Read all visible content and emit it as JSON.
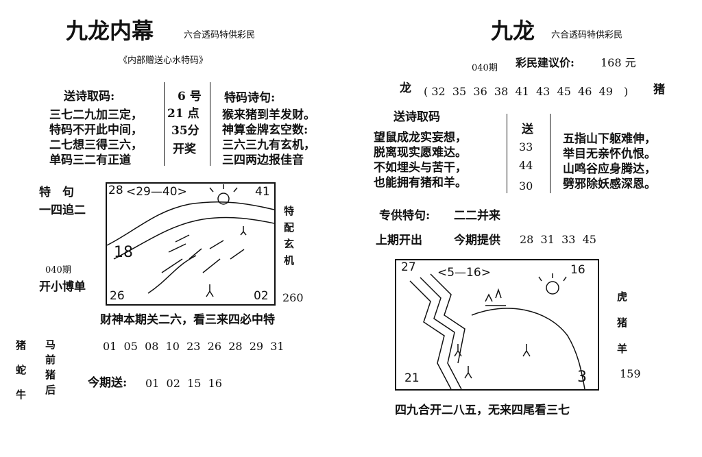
{
  "left": {
    "title": "九龙内幕",
    "subtitle": "六合透码特供彩民",
    "note": "《内部赠送心水特码》",
    "poem_header": "送诗取码:",
    "poem_lines": [
      "三七二九加三定，",
      "特码不开此中间，",
      "二七想三得三六，",
      "单码三二有正道"
    ],
    "box_lines": [
      "6 号",
      "21 点",
      "35分",
      "开奖"
    ],
    "poem2_header": "特码诗句:",
    "poem2_lines": [
      "猴来猪到羊发财。",
      "神算金牌玄空数:",
      "三六三九有玄机，",
      "三四两边报佳音"
    ],
    "tejv_label": "特　句",
    "tejv_value": "一四追二",
    "issue": "040期",
    "kaixiao": "开小博单",
    "vertical_right": [
      "特",
      "配",
      "玄",
      "机"
    ],
    "pic_labels": {
      "tl": "28",
      "range": "<29—40>",
      "tr": "41",
      "left": "18",
      "bl": "26",
      "br": "02"
    },
    "number_260": "260",
    "caishen": "财神本期关二六，看三来四必中特",
    "left_animals": [
      "猪",
      "蛇",
      "牛"
    ],
    "ma_col": [
      "马",
      "前",
      "猪",
      "后"
    ],
    "numbers": "01  05  08  10  23  26  28  29  31",
    "jinqi_label": "今期送:",
    "jinqi_numbers": "01  02  15  16"
  },
  "right": {
    "title": "九龙",
    "subtitle": "六合透码特供彩民",
    "issue": "040期",
    "price_label": "彩民建议价:",
    "price": "168 元",
    "dragon_line_label": "龙",
    "dragon_numbers": "( 32  35  36  38  41  43  45  46  49　)",
    "dragon_end": "猪",
    "poem_header": "送诗取码",
    "poem_lines": [
      "望鼠成龙实妄想，",
      "脱离现实愿难达。",
      "不如埋头与苦干，",
      "也能拥有猪和羊。"
    ],
    "box_lines": [
      "送",
      "33",
      "44",
      "30"
    ],
    "poem2_lines": [
      "五指山下躯难伸，",
      "举目无亲怀仇恨。",
      "山鸣谷应身腾达，",
      "劈邪除妖感深恩。"
    ],
    "zhuangong": "专供特句:",
    "zhuangong_value": "二二并来",
    "shangqi": "上期开出",
    "jinqi": "今期提供",
    "jinqi_numbers": "28  31  33  45",
    "pic_labels": {
      "tl": "27",
      "range": "<5—16>",
      "tr": "16",
      "bl": "21",
      "br": "3"
    },
    "animals_right": [
      "虎",
      "猪",
      "羊"
    ],
    "number_159": "159",
    "bottom": "四九合开二八五，无来四尾看三七"
  }
}
